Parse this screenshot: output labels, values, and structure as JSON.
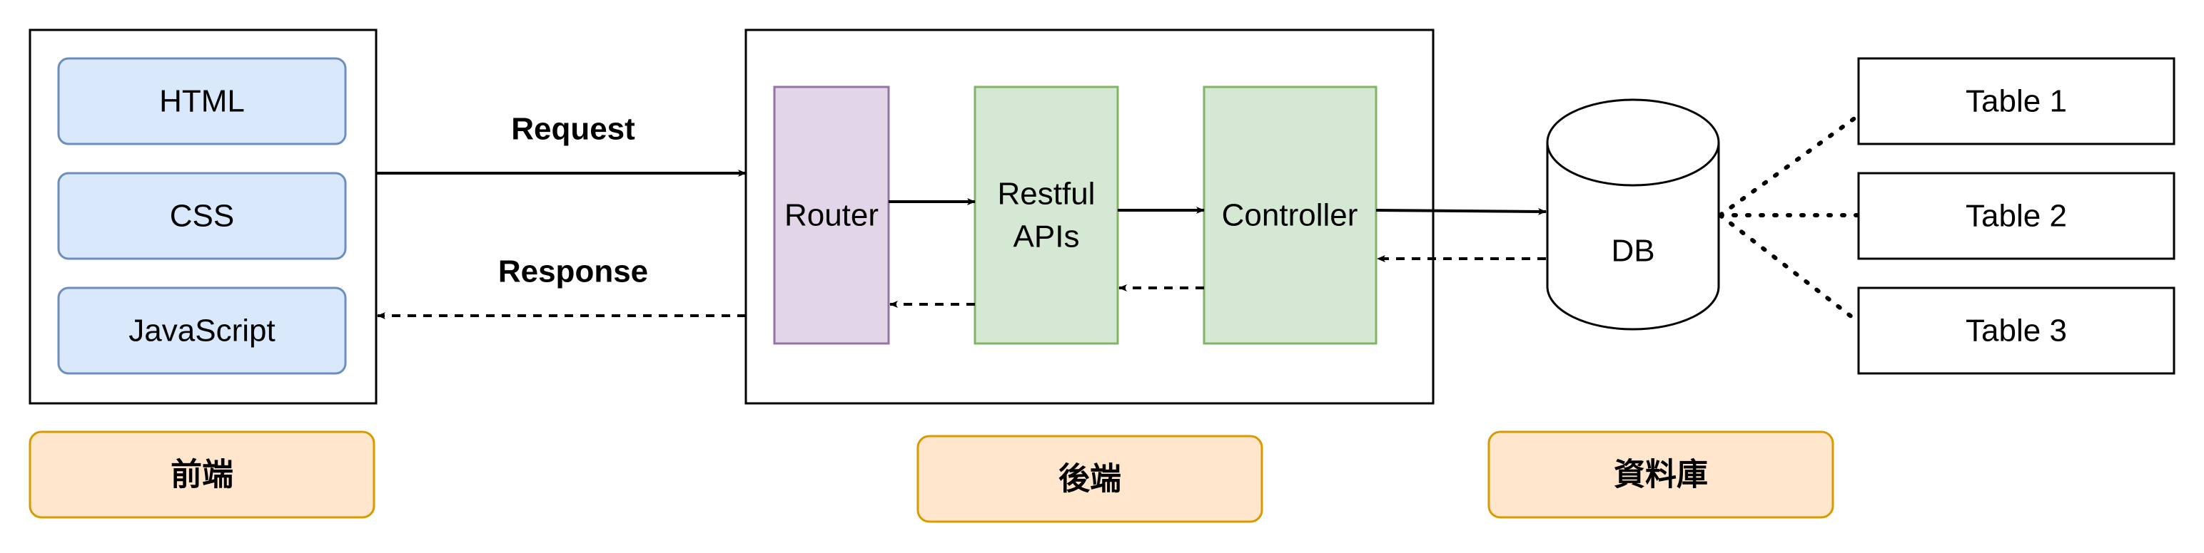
{
  "frontend": {
    "items": [
      {
        "label": "HTML"
      },
      {
        "label": "CSS"
      },
      {
        "label": "JavaScript"
      }
    ],
    "caption": "前端"
  },
  "backend": {
    "router_label": "Router",
    "apis_line1": "Restful",
    "apis_line2": "APIs",
    "controller_label": "Controller",
    "caption": "後端"
  },
  "database": {
    "db_label": "DB",
    "tables": [
      {
        "label": "Table 1"
      },
      {
        "label": "Table 2"
      },
      {
        "label": "Table 3"
      }
    ],
    "caption": "資料庫"
  },
  "edges": {
    "request_label": "Request",
    "response_label": "Response"
  },
  "colors": {
    "blue_fill": "#dae8fc",
    "blue_stroke": "#6c8ebf",
    "purple_fill": "#e1d5e7",
    "purple_stroke": "#9673a6",
    "green_fill": "#d5e8d4",
    "green_stroke": "#82b366",
    "orange_fill": "#ffe6cc",
    "orange_stroke": "#d79b00"
  }
}
